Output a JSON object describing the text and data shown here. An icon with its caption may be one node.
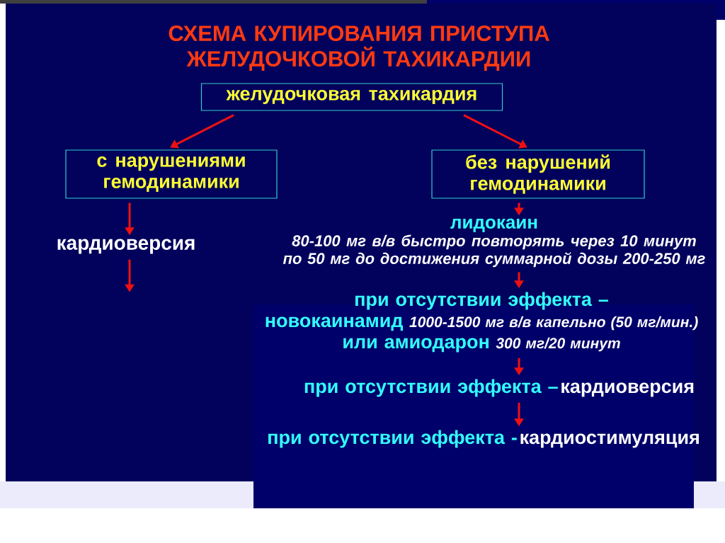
{
  "diagram": {
    "title": "СХЕМА КУПИРОВАНИЯ ПРИСТУПА ЖЕЛУДОЧКОВОЙ ТАХИКАРДИИ",
    "nodes": [
      {
        "text": [
          "желудочковая тахикардия"
        ]
      },
      {
        "text": [
          "с нарушениями гемодинамики"
        ]
      },
      {
        "text": [
          "без нарушений гемодинамики"
        ]
      },
      {
        "text": [
          "кардиоверсия"
        ]
      },
      {
        "text": [
          "лидокаин",
          "80-100 мг в/в быстро повторять через 10 минут по 50 мг до достижения суммарной дозы 200-250 мг"
        ]
      },
      {
        "text": [
          "при отсутствии эффекта –",
          "новокаинамид",
          "1000-1500 мг в/в капельно (50 мг/мин.)",
          "или амиодарон",
          "300 мг/20 минут"
        ]
      },
      {
        "text": [
          "при отсутствии эффекта –",
          "кардиоверсия"
        ]
      },
      {
        "text": [
          "при отсутствии эффекта -",
          "кардиостимуляция"
        ]
      }
    ],
    "edges": [
      {
        "from": 0,
        "to": 1,
        "arrow": "to"
      },
      {
        "from": 0,
        "to": 2,
        "arrow": "to"
      },
      {
        "from": 1,
        "to": 3,
        "arrow": "to"
      },
      {
        "from": 3,
        "to": null,
        "arrow": "to"
      },
      {
        "from": 2,
        "to": 4,
        "arrow": "to"
      },
      {
        "from": 4,
        "to": 5,
        "arrow": "to"
      },
      {
        "from": 5,
        "to": 6,
        "arrow": "to"
      },
      {
        "from": 6,
        "to": 7,
        "arrow": "to"
      }
    ]
  }
}
